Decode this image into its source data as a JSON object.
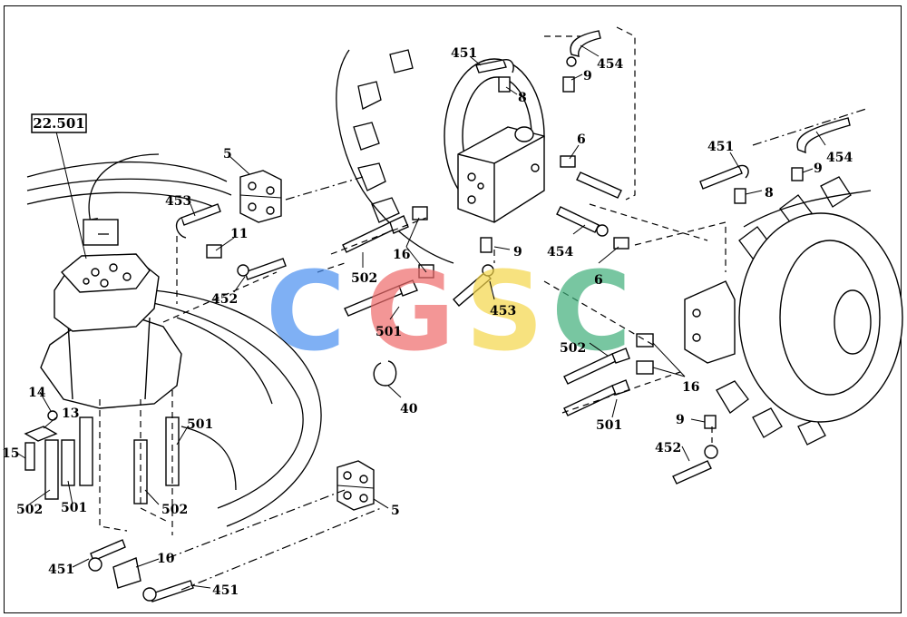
{
  "reference_box": "22.501",
  "watermark": {
    "letters": [
      "C",
      "G",
      "S",
      "C"
    ],
    "colors": [
      "#4a8ff0",
      "#ef6b6b",
      "#f5d64a",
      "#3fae7a"
    ]
  },
  "labels": {
    "l451_top": "451",
    "l454_top": "454",
    "l8_top": "8",
    "l9_top": "9",
    "l5_top": "5",
    "l453_left": "453",
    "l11": "11",
    "l452_left": "452",
    "l6_mid": "6",
    "l16_mid": "16",
    "l9_mid": "9",
    "l454_mid": "454",
    "l502_mid": "502",
    "l6_low": "6",
    "l501_mid": "501",
    "l453_mid": "453",
    "l40": "40",
    "l451_right": "451",
    "l454_right": "454",
    "l9_right": "9",
    "l8_right": "8",
    "l502_right": "502",
    "l16_right": "16",
    "l501_right": "501",
    "l9_low": "9",
    "l452_right": "452",
    "l14": "14",
    "l13": "13",
    "l15": "15",
    "l502_low": "502",
    "l501_low": "501",
    "l501_col": "501",
    "l502_col": "502",
    "l5_low": "5",
    "l451_bl": "451",
    "l10": "10",
    "l451_bm": "451"
  }
}
